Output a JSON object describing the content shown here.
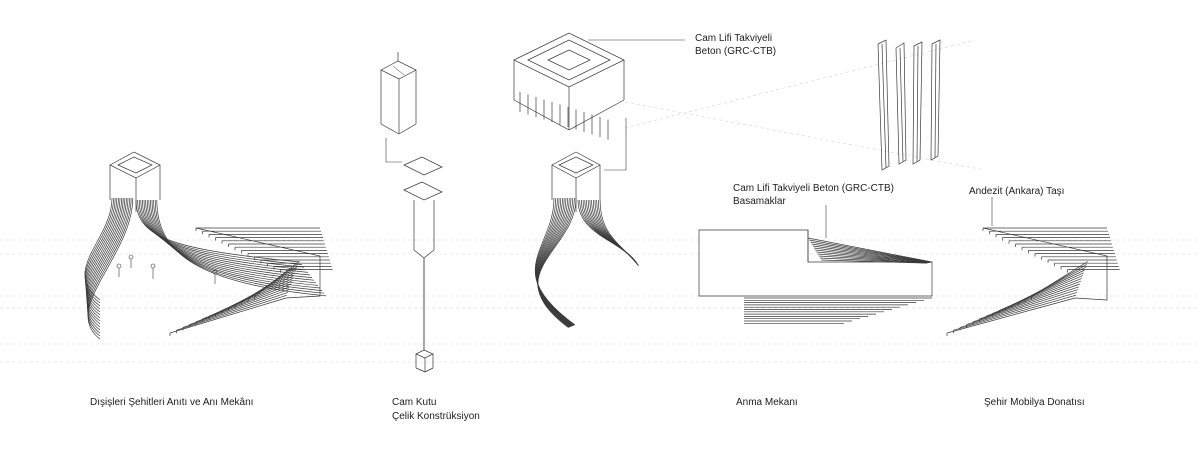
{
  "annotations": {
    "grc_box_line1": "Cam Lifi Takviyeli",
    "grc_box_line2": "Beton (GRC-CTB)",
    "grc_stairs_line1": "Cam Lifi Takviyeli Beton (GRC-CTB)",
    "grc_stairs_line2": "Basamaklar",
    "andesite": "Andezit (Ankara) Taşı"
  },
  "captions": {
    "memorial": "Dışişleri Şehitleri Anıtı ve Anı Mekânı",
    "glass_box_line1": "Cam Kutu",
    "glass_box_line2": "Çelik Konstrüksiyon",
    "remembrance": "Anma Mekanı",
    "furniture": "Şehir Mobilya Donatısı"
  },
  "colors": {
    "ink": "#1d1d1d",
    "line": "#3a3a3a",
    "guide": "#cfcfcf"
  }
}
